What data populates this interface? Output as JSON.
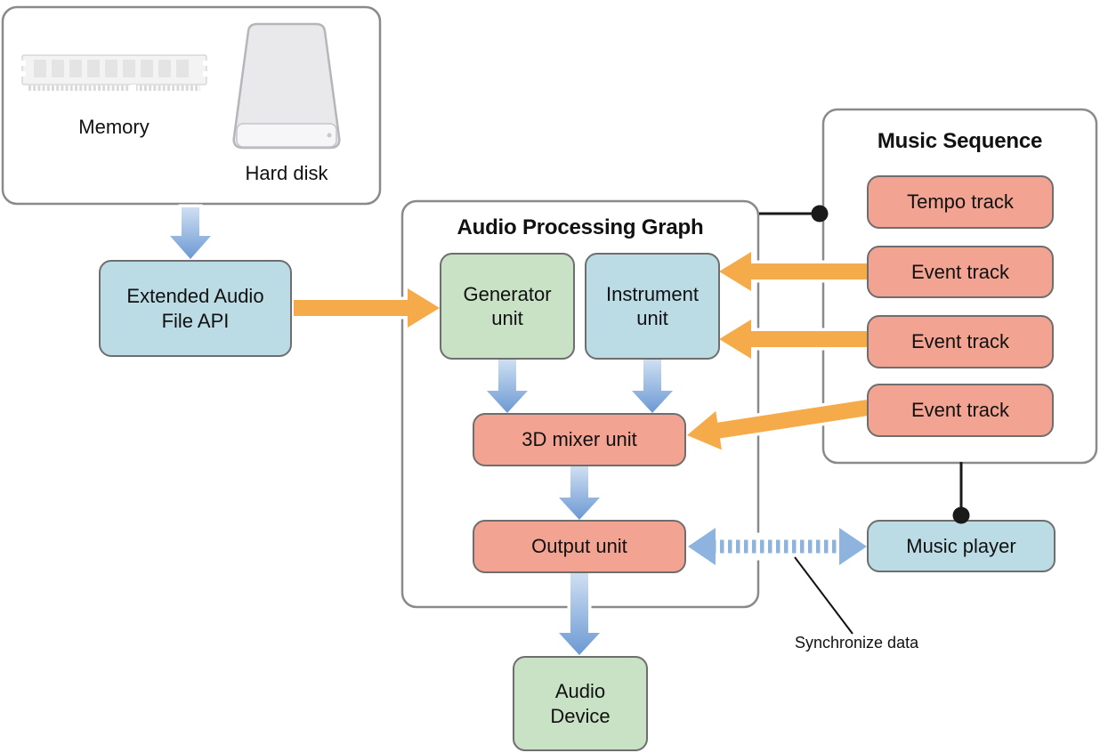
{
  "diagram": {
    "storage": {
      "memory_label": "Memory",
      "hard_disk_label": "Hard disk"
    },
    "extended_audio_file_api_label": "Extended Audio\nFile API",
    "audio_processing_graph": {
      "title": "Audio Processing Graph",
      "generator_unit_label": "Generator\nunit",
      "instrument_unit_label": "Instrument\nunit",
      "mixer_unit_label": "3D mixer unit",
      "output_unit_label": "Output unit"
    },
    "music_sequence": {
      "title": "Music Sequence",
      "tracks": [
        "Tempo track",
        "Event track",
        "Event track",
        "Event track"
      ]
    },
    "music_player_label": "Music player",
    "audio_device_label": "Audio\nDevice",
    "synchronize_data_label": "Synchronize data",
    "colors": {
      "box_salmon": "#F2A392",
      "box_green": "#C9E2C6",
      "box_blue": "#BBDCE5",
      "arrow_orange": "#F6AB4A",
      "arrow_blue_gradient_start": "#CFDFF2",
      "arrow_blue_gradient_end": "#6B99D3",
      "arrow_stripe_blue": "#8FB3DF",
      "box_border": "#6E6E6E",
      "container_border": "#8A8A8A",
      "connector_black": "#1A1A1A"
    }
  }
}
